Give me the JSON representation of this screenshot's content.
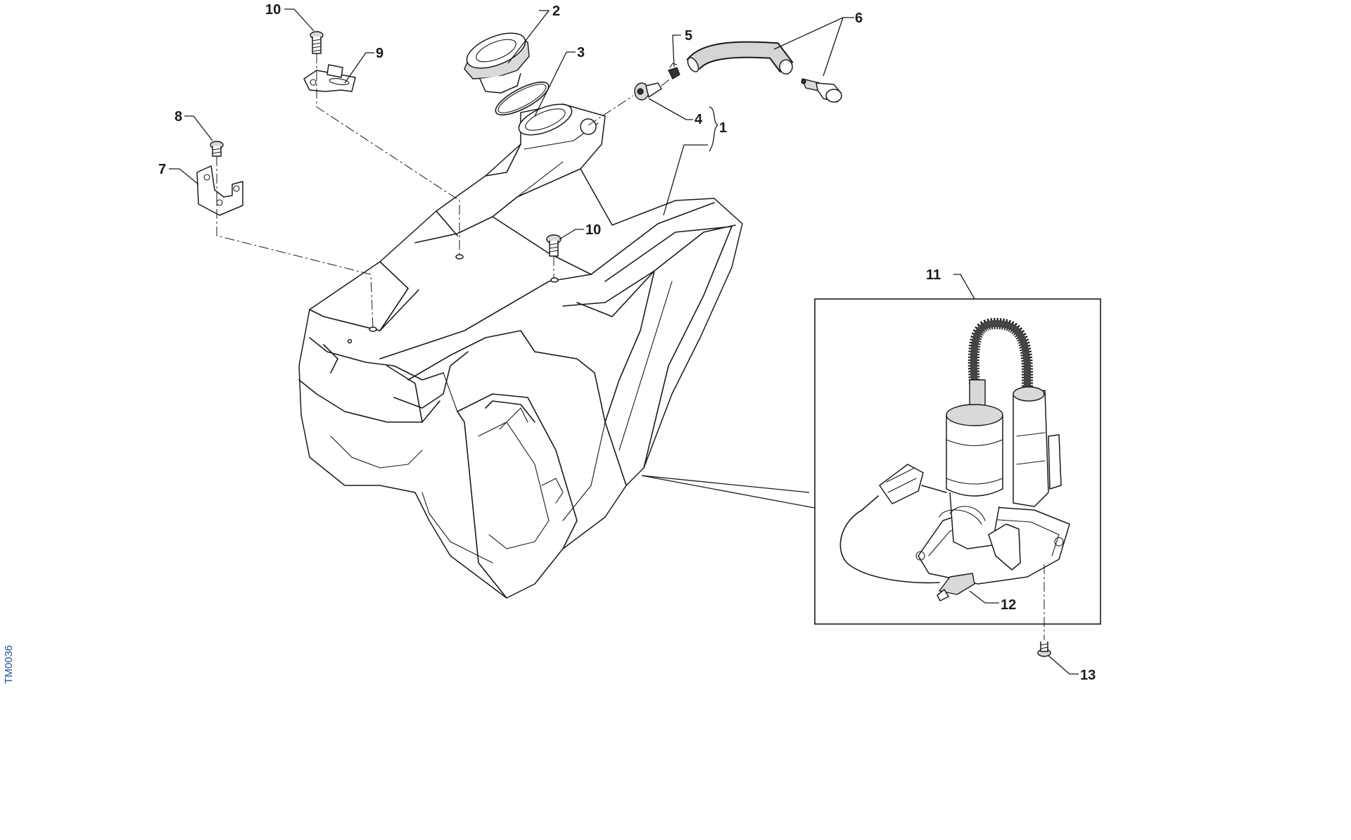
{
  "drawing_code": "TM0036",
  "callouts": {
    "c1": "1",
    "c2": "2",
    "c3": "3",
    "c4": "4",
    "c5": "5",
    "c6": "6",
    "c7": "7",
    "c8": "8",
    "c9": "9",
    "c10a": "10",
    "c10b": "10",
    "c11": "11",
    "c12": "12",
    "c13": "13"
  }
}
